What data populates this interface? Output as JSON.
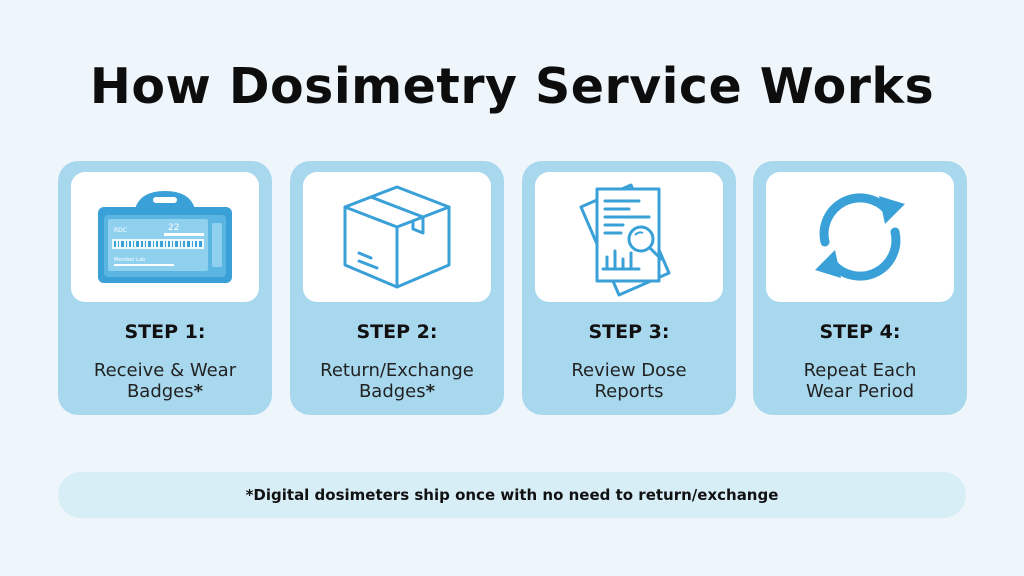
{
  "title": "How Dosimetry Service Works",
  "accent_color": "#3aa0d8",
  "card_color": "#a8d8ee",
  "steps": [
    {
      "label": "STEP 1:",
      "line1": "Receive & Wear",
      "line2": "Badges",
      "star": "*",
      "icon": "badge-icon"
    },
    {
      "label": "STEP 2:",
      "line1": "Return/Exchange",
      "line2": "Badges",
      "star": "*",
      "icon": "box-icon"
    },
    {
      "label": "STEP 3:",
      "line1": "Review Dose",
      "line2": "Reports",
      "star": "",
      "icon": "report-icon"
    },
    {
      "label": "STEP 4:",
      "line1": "Repeat Each",
      "line2": "Wear Period",
      "star": "",
      "icon": "refresh-icon"
    }
  ],
  "badge": {
    "brand": "RDC",
    "number": "22",
    "name": "Member Lab"
  },
  "footnote": "*Digital dosimeters ship once with no need to return/exchange"
}
